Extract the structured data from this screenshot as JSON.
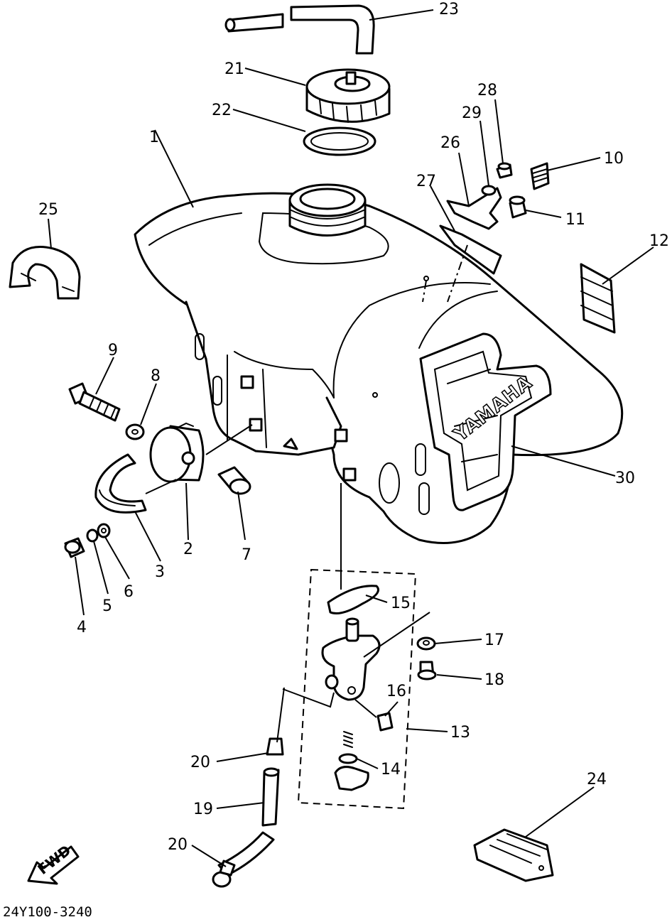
{
  "diagram": {
    "part_numbers": {
      "p1": "1",
      "p2": "2",
      "p3": "3",
      "p4": "4",
      "p5": "5",
      "p6": "6",
      "p7": "7",
      "p8": "8",
      "p9": "9",
      "p10": "10",
      "p11": "11",
      "p12": "12",
      "p13": "13",
      "p14": "14",
      "p15": "15",
      "p16": "16",
      "p17": "17",
      "p18": "18",
      "p19": "19",
      "p20a": "20",
      "p20b": "20",
      "p21": "21",
      "p22": "22",
      "p23": "23",
      "p24": "24",
      "p25": "25",
      "p26": "26",
      "p27": "27",
      "p28": "28",
      "p29": "29",
      "p30": "30"
    },
    "tank_brand": "YAMAHA",
    "direction_arrow": "FWD",
    "drawing_id": "24Y100-3240"
  }
}
